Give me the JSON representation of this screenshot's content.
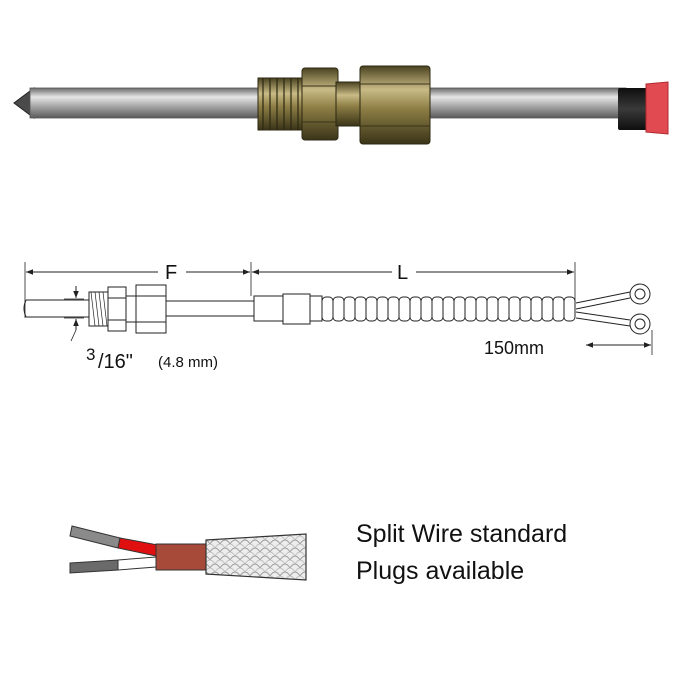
{
  "dimensions": {
    "fitting_length_label": "F",
    "sheath_length_label": "L",
    "diameter_fraction_numerator": "3",
    "diameter_fraction_denominator": "/16\"",
    "diameter_metric": "(4.8 mm)",
    "tail_length": "150mm"
  },
  "cable_note": {
    "line1": "Split Wire standard",
    "line2": "Plugs available"
  },
  "colors": {
    "sheath_metal": "#9a9a9a",
    "fitting_brass": "#8a7a3c",
    "cap_black": "#1c1c1c",
    "cap_red": "#e04a50",
    "wire_red": "#e01010",
    "jacket_brown": "#a84a3a",
    "braid_grey": "#d8d8d8"
  }
}
